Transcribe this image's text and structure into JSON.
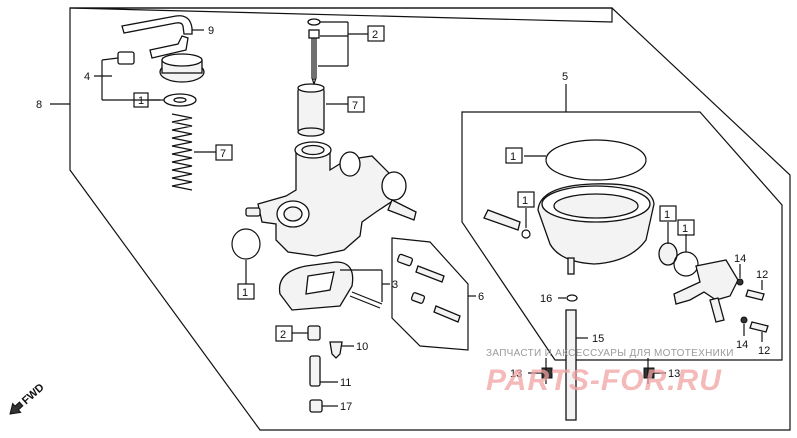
{
  "labels": {
    "n1a": "1",
    "n1b": "1",
    "n1c": "1",
    "n1d": "1",
    "n1e": "1",
    "n1f": "1",
    "n2a": "2",
    "n2b": "2",
    "n3": "3",
    "n4": "4",
    "n5": "5",
    "n6": "6",
    "n7a": "7",
    "n7b": "7",
    "n8": "8",
    "n9": "9",
    "n10": "10",
    "n11": "11",
    "n12a": "12",
    "n12b": "12",
    "n13a": "13",
    "n13b": "13",
    "n14a": "14",
    "n14b": "14",
    "n15": "15",
    "n16": "16",
    "n17": "17"
  },
  "fwd_label": "FWD",
  "watermark": {
    "caption": "ЗАПЧАСТИ И АКСЕССУАРЫ ДЛЯ МОТОТЕХНИКИ",
    "brand": "PARTS-FOR.RU"
  },
  "colors": {
    "line": "#111111",
    "watermark_brand": "#f1a3a3",
    "watermark_caption": "#9a9a9a"
  }
}
